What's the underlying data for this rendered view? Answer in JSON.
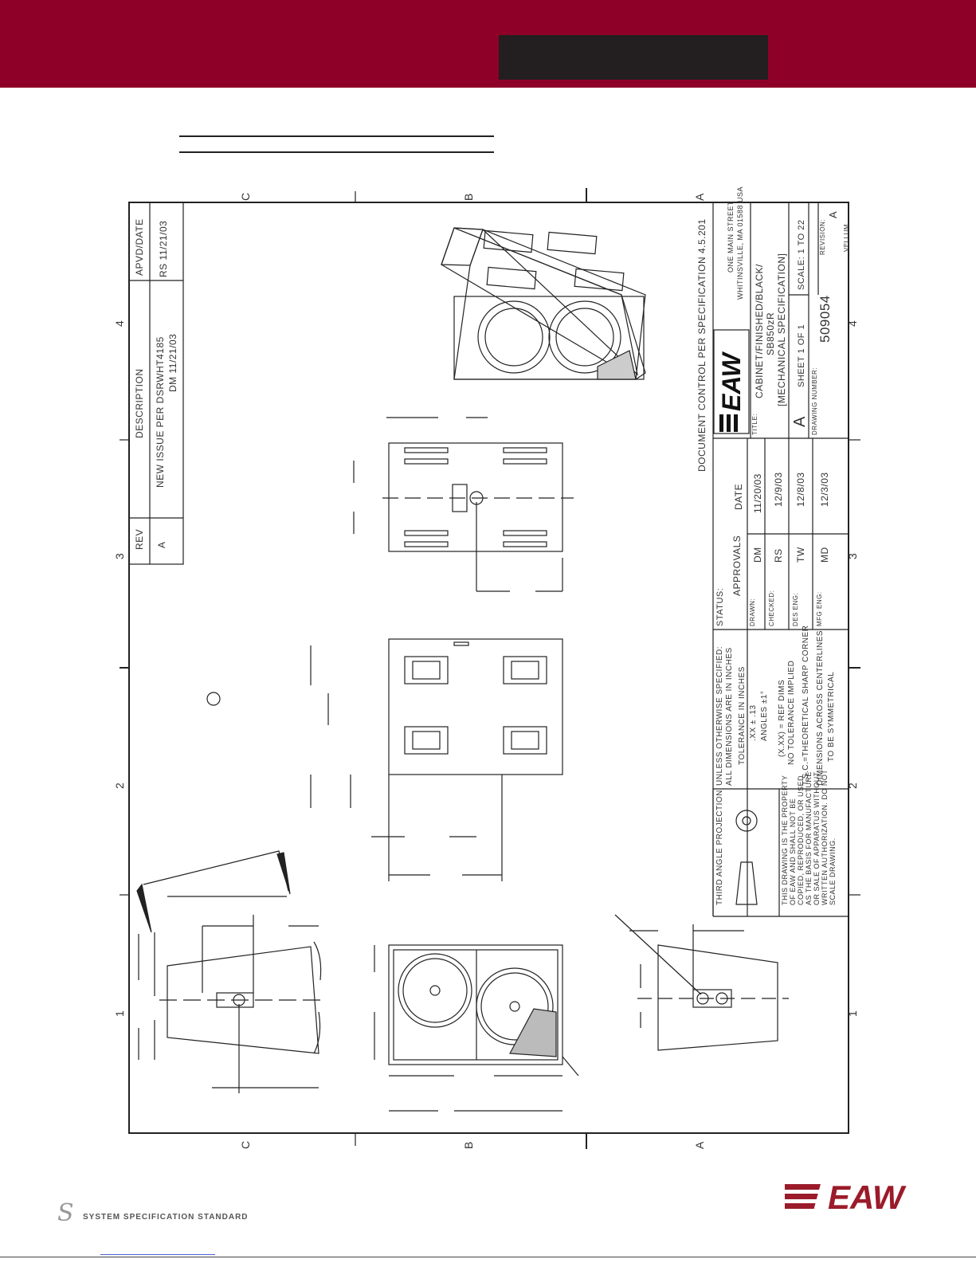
{
  "titleblock": {
    "rev_header": "REV",
    "desc_header": "DESCRIPTION",
    "apvd_header": "APVD/DATE",
    "rev_value": "A",
    "desc_line1": "NEW ISSUE PER DSRWHT4185",
    "desc_line2": "DM 11/21/03",
    "apvd_value": "RS 11/21/03",
    "doc_control": "DOCUMENT CONTROL PER SPECIFICATION 4.5.201",
    "address_line1": "ONE MAIN STREET",
    "address_line2": "WHITINSVILLE, MA   01588  USA",
    "title_label": "TITLE:",
    "title_line1": "CABINET/FINISHED/BLACK/",
    "title_line2": "SB850zR",
    "title_line3": "[MECHANICAL SPECIFICATION]",
    "size": "A",
    "sheet": "SHEET 1 OF 1",
    "scale": "SCALE: 1 TO 22",
    "drawing_number_label": "DRAWING NUMBER:",
    "drawing_number": "509054",
    "revision_label": "REVISION:",
    "revision": "A",
    "vellum": "VELLUM",
    "status_label": "STATUS:",
    "status_value": "APPROVALS",
    "date_header": "DATE",
    "approvals": [
      {
        "role": "DRAWN:",
        "initials": "DM",
        "date": "11/20/03"
      },
      {
        "role": "CHECKED:",
        "initials": "RS",
        "date": "12/9/03"
      },
      {
        "role": "DES ENG:",
        "initials": "TW",
        "date": "12/8/03"
      },
      {
        "role": "MFG ENG:",
        "initials": "MD",
        "date": "12/3/03"
      }
    ],
    "notes": [
      "UNLESS OTHERWISE SPECIFIED:",
      "ALL DIMENSIONS ARE IN INCHES",
      "TOLERANCE IN INCHES",
      ".XX ± .13",
      "ANGLES ±1°",
      "(X.XX) = REF DIMS",
      "NO TOLERANCE IMPLIED",
      "T.S.C.=THEORETICAL SHARP CORNER",
      "DIMENSIONS ACROSS CENTERLINES",
      "TO BE SYMMETRICAL"
    ],
    "projection_label": "THIRD ANGLE PROJECTION",
    "property_lines": [
      "THIS DRAWING IS THE PROPERTY",
      "OF EAW AND SHALL NOT BE",
      "COPIED, REPRODUCED, OR USED",
      "AS THE BASIS FOR MANUFACTURE",
      "OR SALE OF APPARATUS WITHOUT",
      "WRITTEN AUTHORIZATION.  DO NOT",
      "SCALE DRAWING."
    ]
  },
  "zones": {
    "left": [
      "C",
      "B",
      "A"
    ],
    "top": [
      "4",
      "3",
      "2",
      "1"
    ]
  },
  "footer": {
    "s_mark": "S",
    "spec_standard": "SYSTEM SPECIFICATION STANDARD",
    "brand": "EAW"
  },
  "colors": {
    "banner": "#8e0027",
    "banner_box": "#231f20",
    "line": "#222222",
    "logo_red": "#9b1b2a"
  }
}
